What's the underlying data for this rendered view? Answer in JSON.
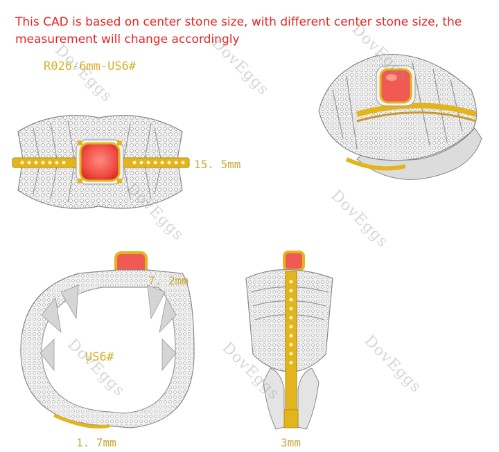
{
  "notice": {
    "line1": "This CAD is based on center stone size, with different center stone size, the",
    "line2": "measurement will change accordingly"
  },
  "model_code": "R026-6mm-US6#",
  "dimensions": {
    "width": "15. 5mm",
    "height": "7. 2mm",
    "shank_bottom": "1. 7mm",
    "shank_side": "3mm"
  },
  "ring_size": "US6#",
  "watermark": "DovEggs",
  "colors": {
    "notice": "#e8231f",
    "gold": "#e2b51c",
    "stone": "#f05a52",
    "metal": "#e6e6e6"
  }
}
